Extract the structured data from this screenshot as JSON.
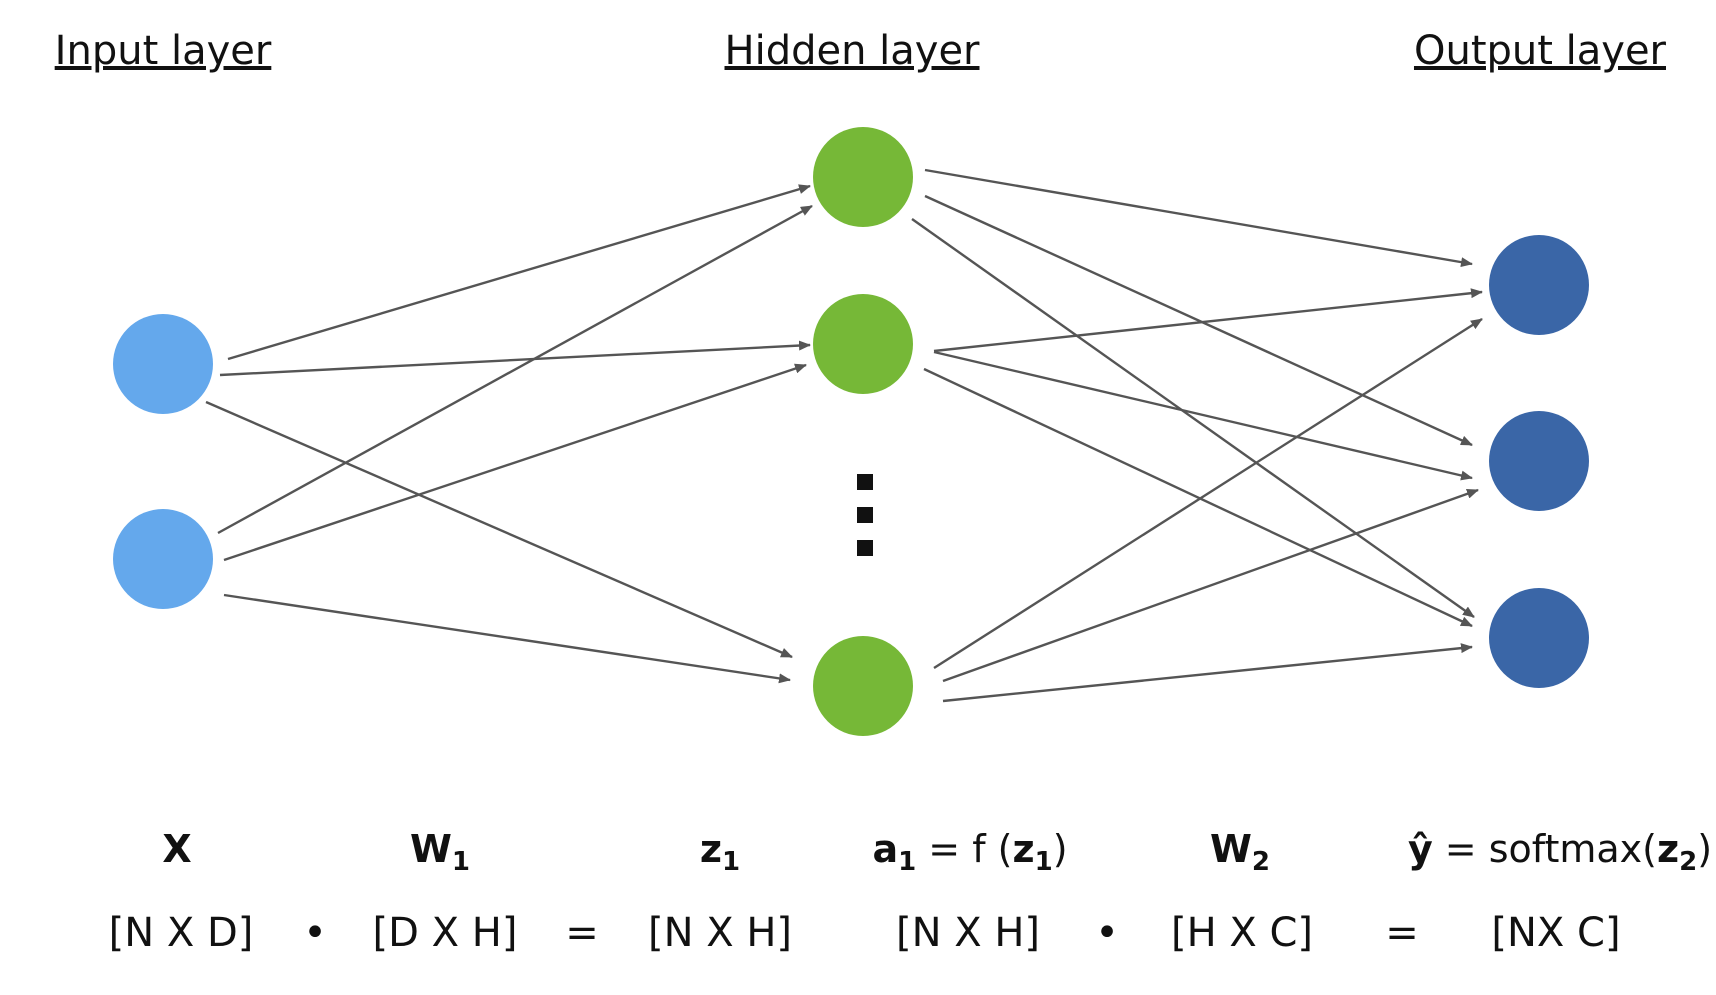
{
  "layers": {
    "input_title": "Input layer",
    "hidden_title": "Hidden layer",
    "output_title": "Output layer"
  },
  "colors": {
    "input_node": "#64a8ec",
    "hidden_node": "#76b837",
    "output_node": "#3a66a7",
    "edge": "#555555"
  },
  "network": {
    "input_count": 2,
    "hidden_count_shown": 3,
    "hidden_ellipsis": "vertical-dots",
    "output_count": 3
  },
  "formulas": {
    "x": "X",
    "w1_main": "W",
    "w1_sub": "1",
    "z1_main": "z",
    "z1_sub": "1",
    "a1_main": "a",
    "a1_sub": "1",
    "a1_mid": " = f (",
    "a1_z": "z",
    "a1_zsub": "1",
    "a1_end": ")",
    "w2_main": "W",
    "w2_sub": "2",
    "yhat": "ŷ",
    "yhat_mid": " = softmax(",
    "yhat_z": "z",
    "yhat_zsub": "2",
    "yhat_end": ")"
  },
  "dims": {
    "x": "[N X D]",
    "dot1": "•",
    "w1": "[D X H]",
    "eq1": "=",
    "z1": "[N X H]",
    "a1": "[N X H]",
    "dot2": "•",
    "w2": "[H X C]",
    "eq2": "=",
    "y": "[NX C]"
  }
}
